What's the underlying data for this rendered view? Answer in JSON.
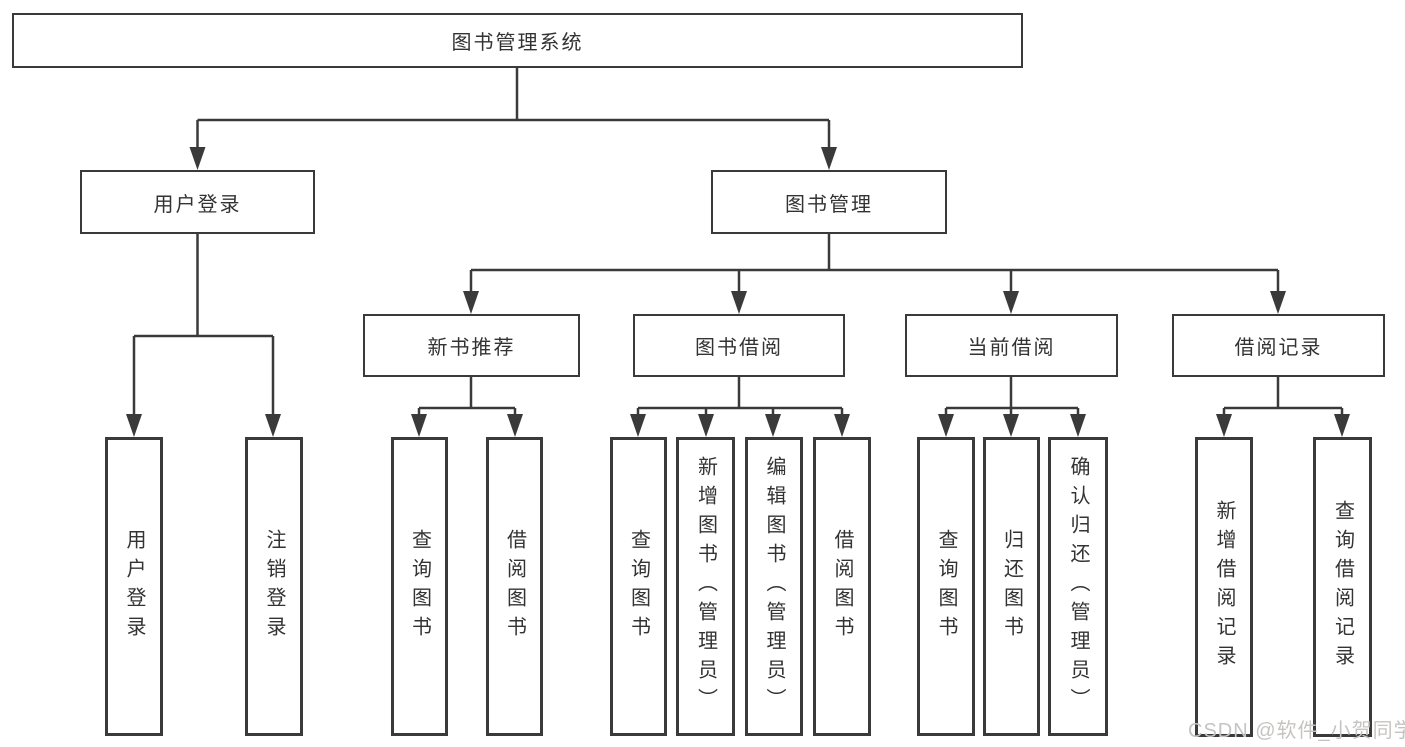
{
  "diagram": {
    "title": {
      "label": "图书管理系统"
    },
    "branches": [
      {
        "label": "用户登录",
        "children": [
          {
            "label": "用户登录"
          },
          {
            "label": "注销登录"
          }
        ]
      },
      {
        "label": "图书管理",
        "children": [
          {
            "label": "新书推荐",
            "children": [
              {
                "label": "查询图书"
              },
              {
                "label": "借阅图书"
              }
            ]
          },
          {
            "label": "图书借阅",
            "children": [
              {
                "label": "查询图书"
              },
              {
                "label": "新增图书（管理员）"
              },
              {
                "label": "编辑图书（管理员）"
              },
              {
                "label": "借阅图书"
              }
            ]
          },
          {
            "label": "当前借阅",
            "children": [
              {
                "label": "查询图书"
              },
              {
                "label": "归还图书"
              },
              {
                "label": "确认归还（管理员）"
              }
            ]
          },
          {
            "label": "借阅记录",
            "children": [
              {
                "label": "新增借阅记录"
              },
              {
                "label": "查询借阅记录"
              }
            ]
          }
        ]
      }
    ]
  },
  "watermark": {
    "text": "CSDN @软件_小贺同学"
  },
  "colors": {
    "line": "#3a3a3a",
    "text": "#333333",
    "watermark": "#c6c4c2",
    "background": "#ffffff"
  }
}
